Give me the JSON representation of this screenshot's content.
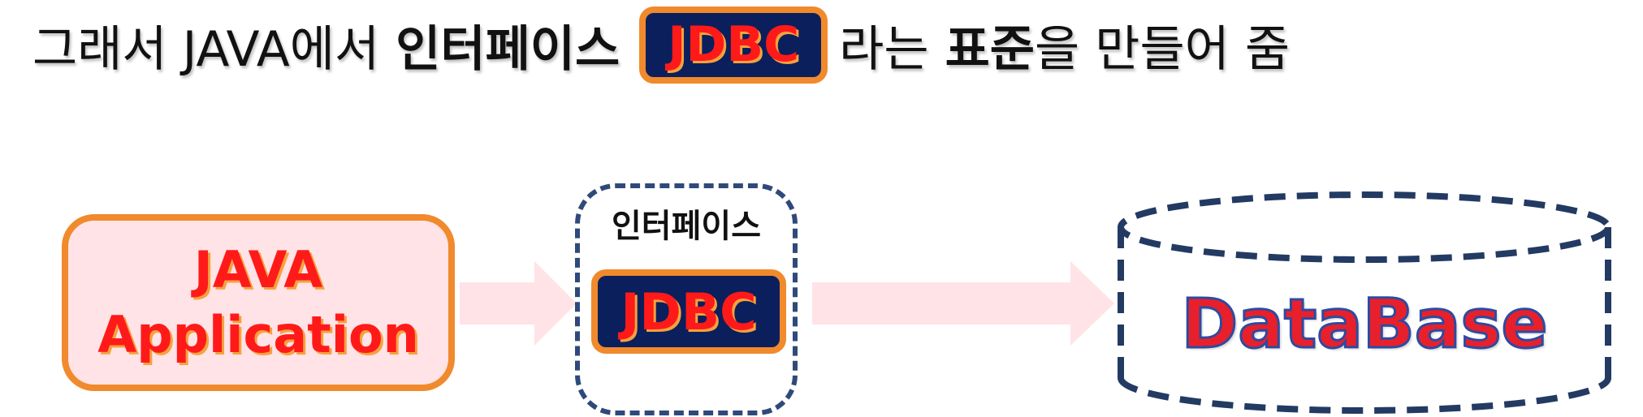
{
  "headline": {
    "part1": "그래서 JAVA에서",
    "part2": "인터페이스",
    "badge": "JDBC",
    "part3": "라는",
    "part4": "표준",
    "part5": "을 만들어 줌"
  },
  "diagram": {
    "java_app": {
      "line1": "JAVA",
      "line2": "Application"
    },
    "interface_group": {
      "label": "인터페이스",
      "badge": "JDBC"
    },
    "database": {
      "label": "DataBase"
    }
  },
  "colors": {
    "badge_fill": "#0b1f5c",
    "badge_border": "#f08a2c",
    "label_red": "#ff1a1a",
    "java_box_fill": "#ffe3e6",
    "arrow_fill": "#ffe3e6",
    "dashed_navy": "#2f4a7a"
  }
}
